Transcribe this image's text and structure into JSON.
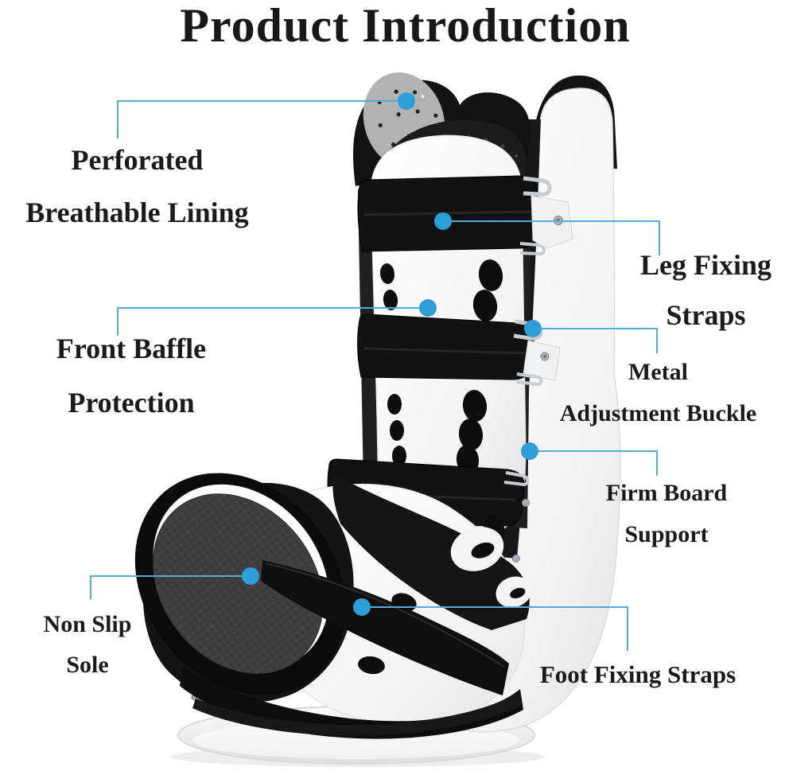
{
  "title": "Product Introduction",
  "figure": {
    "name": "orthopedic-walker-boot-illustration"
  },
  "colors": {
    "callout_line": "#58abd7",
    "callout_dot": "#2d9fd8",
    "text": "#1b1b1b",
    "background": "#ffffff"
  },
  "callouts": [
    {
      "id": "perforated-breathable-lining",
      "lines": [
        "Perforated",
        "Breathable Lining"
      ]
    },
    {
      "id": "leg-fixing-straps",
      "lines": [
        "Leg Fixing",
        "Straps"
      ]
    },
    {
      "id": "front-baffle-protection",
      "lines": [
        "Front Baffle",
        "Protection"
      ]
    },
    {
      "id": "metal-adjustment-buckle",
      "lines": [
        "Metal",
        "Adjustment Buckle"
      ]
    },
    {
      "id": "firm-board-support",
      "lines": [
        "Firm Board",
        "Support"
      ]
    },
    {
      "id": "non-slip-sole",
      "lines": [
        "Non Slip",
        "Sole"
      ]
    },
    {
      "id": "foot-fixing-straps",
      "lines": [
        "Foot Fixing Straps"
      ]
    }
  ]
}
